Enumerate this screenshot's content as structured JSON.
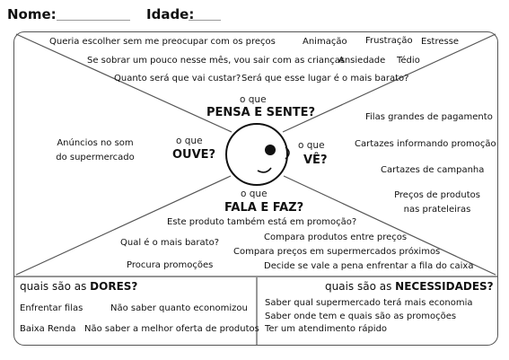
{
  "header": {
    "name_label": "Nome:",
    "age_label": "Idade:"
  },
  "sections": {
    "think_feel": {
      "prefix": "o que",
      "title": "PENSA E SENTE?"
    },
    "hear": {
      "prefix": "o que",
      "title": "OUVE?"
    },
    "see": {
      "prefix": "o que",
      "title": "VÊ?"
    },
    "say_do": {
      "prefix": "o que",
      "title": "FALA E FAZ?"
    },
    "pains": {
      "prefix": "quais são as",
      "title": "DORES?"
    },
    "needs": {
      "prefix": "quais são as",
      "title": "NECESSIDADES?"
    }
  },
  "think_feel_notes": [
    "Queria escolher sem me preocupar com os preços",
    "Animação",
    "Frustração",
    "Estresse",
    "Se sobrar um pouco nesse mês, vou sair com as crianças",
    "Ansiedade",
    "Tédio",
    "Quanto será que vai custar?",
    "Será que esse lugar é o mais barato?"
  ],
  "hear_notes": [
    "Anúncios no som",
    "do supermercado"
  ],
  "see_notes": [
    "Filas grandes de pagamento",
    "Cartazes informando promoção",
    "Cartazes de campanha",
    "Preços de produtos",
    "nas prateleiras"
  ],
  "say_do_notes": [
    "Este produto também está em promoção?",
    "Compara produtos entre preços",
    "Qual é o mais barato?",
    "Compara preços em supermercados próximos",
    "Procura promoções",
    "Decide se vale a pena enfrentar a fila do caixa"
  ],
  "pain_notes": [
    "Enfrentar filas",
    "Não saber quanto economizou",
    "Baixa Renda",
    "Não saber a melhor oferta de produtos"
  ],
  "need_notes": [
    "Saber qual supermercado terá mais economia",
    "Saber onde tem e quais são as promoções",
    "Ter um atendimento rápido"
  ]
}
